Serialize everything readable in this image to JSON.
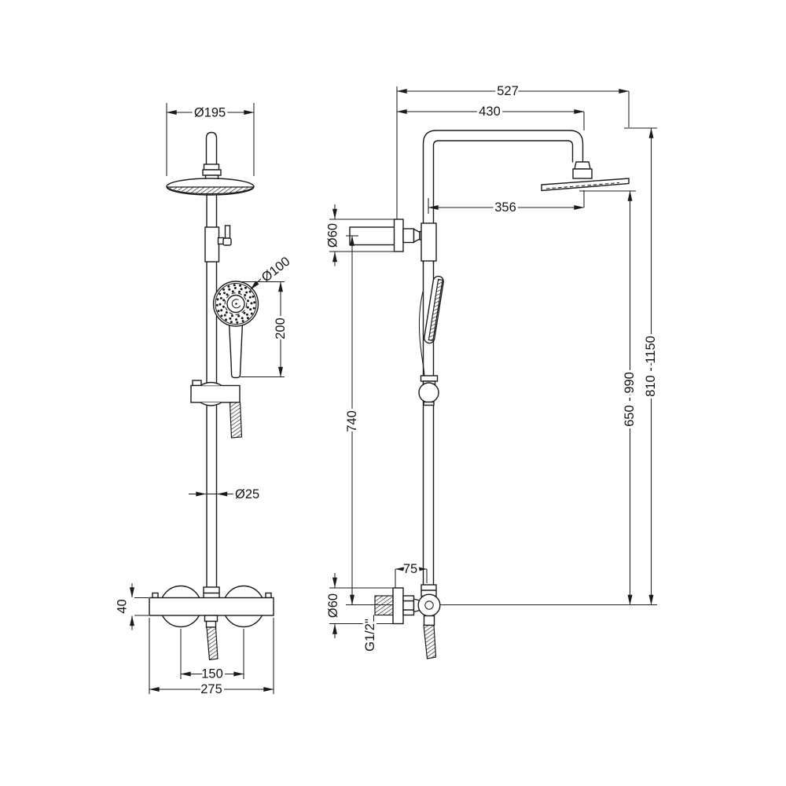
{
  "colors": {
    "background": "#ffffff",
    "line": "#1b1b1b"
  },
  "dims": {
    "front": {
      "head_diameter": "Ø195",
      "handset_diameter": "Ø100",
      "handset_length": "200",
      "pole_diameter": "Ø25",
      "valve_height": "40",
      "inlet_spacing": "150",
      "valve_width": "275"
    },
    "side": {
      "overall_reach": "527",
      "arm_reach": "430",
      "head_offset": "356",
      "bracket_diameter": "Ø60",
      "pole_length": "740",
      "valve_offset": "75",
      "inlet_diameter": "Ø60",
      "thread": "G1/2\"",
      "head_height_range": "650 - 990",
      "overall_height_range": "810 - 1150"
    }
  }
}
